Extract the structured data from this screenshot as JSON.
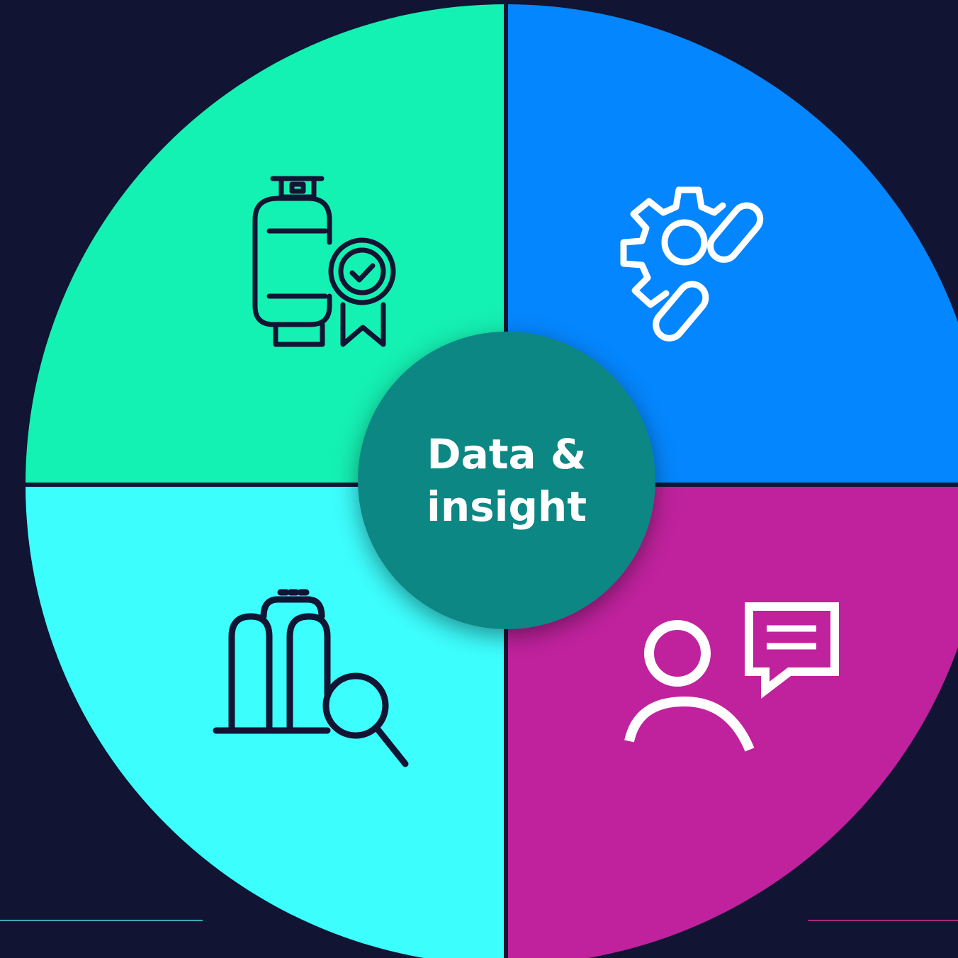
{
  "diagram": {
    "center": {
      "line1": "Data &",
      "line2": "insight",
      "color": "#0B8783"
    },
    "background_color": "#111433",
    "divider_color": "#111433",
    "quadrants": [
      {
        "position": "top-left",
        "icon": "gas-cylinder-certified-icon",
        "color": "#14F2B3",
        "shade": "#1AB88F",
        "icon_color": "#111433"
      },
      {
        "position": "top-right",
        "icon": "gear-chain-link-icon",
        "color": "#0386FF",
        "shade": "#0A6FCC",
        "icon_color": "#FFFFFF"
      },
      {
        "position": "bottom-left",
        "icon": "cylinders-search-icon",
        "color": "#3CFFFD",
        "shade": "#35B9C4",
        "icon_color": "#111433"
      },
      {
        "position": "bottom-right",
        "icon": "user-speech-bubble-icon",
        "color": "#C0219D",
        "shade": "#97207F",
        "icon_color": "#FFFFFF"
      }
    ],
    "accent_lines": [
      {
        "side": "left",
        "color": "#3AA8B8"
      },
      {
        "side": "right",
        "color": "#A8267F"
      }
    ]
  }
}
